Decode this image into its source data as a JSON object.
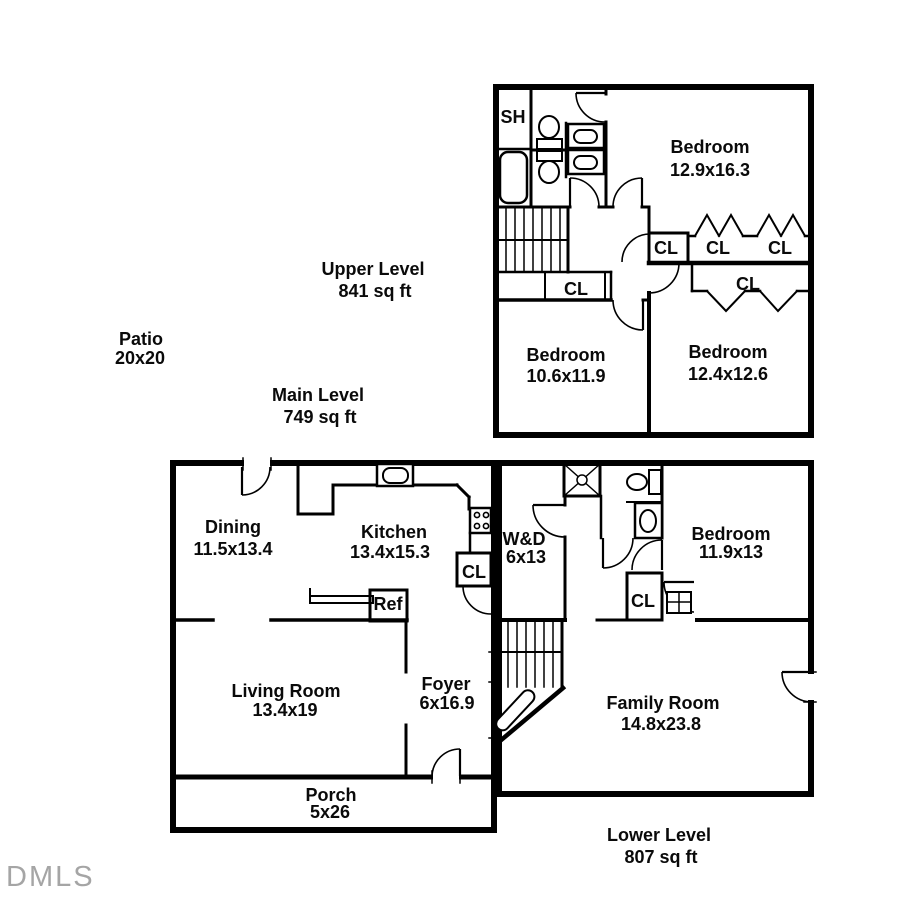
{
  "watermark": "DMLS",
  "levels": {
    "upper": {
      "name": "Upper Level",
      "area": "841 sq ft"
    },
    "main": {
      "name": "Main Level",
      "area": "749 sq ft"
    },
    "lower": {
      "name": "Lower Level",
      "area": "807 sq ft"
    }
  },
  "outdoor": {
    "patio": {
      "name": "Patio",
      "dims": "20x20"
    }
  },
  "rooms": {
    "upper_bedroom_1": {
      "name": "Bedroom",
      "dims": "12.9x16.3"
    },
    "upper_bedroom_2": {
      "name": "Bedroom",
      "dims": "10.6x11.9"
    },
    "upper_bedroom_3": {
      "name": "Bedroom",
      "dims": "12.4x12.6"
    },
    "dining": {
      "name": "Dining",
      "dims": "11.5x13.4"
    },
    "kitchen": {
      "name": "Kitchen",
      "dims": "13.4x15.3"
    },
    "laundry": {
      "name": "W&D",
      "dims": "6x13"
    },
    "living_room": {
      "name": "Living Room",
      "dims": "13.4x19"
    },
    "foyer": {
      "name": "Foyer",
      "dims": "6x16.9"
    },
    "porch": {
      "name": "Porch",
      "dims": "5x26"
    },
    "lower_bedroom": {
      "name": "Bedroom",
      "dims": "11.9x13"
    },
    "family_room": {
      "name": "Family Room",
      "dims": "14.8x23.8"
    }
  },
  "fixtures": {
    "shower": "SH",
    "closet": "CL",
    "refrigerator": "Ref"
  }
}
